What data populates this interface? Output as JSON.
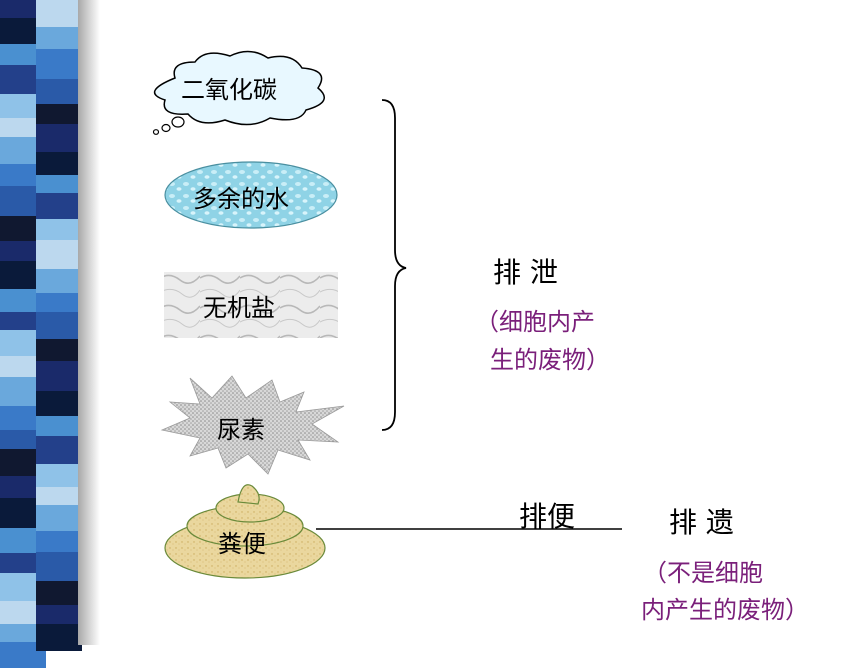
{
  "items": {
    "co2": "二氧化碳",
    "water": "多余的水",
    "salt": "无机盐",
    "urea": "尿素",
    "feces": "粪便"
  },
  "excretion": {
    "title": "排 泄",
    "note_line1": "（细胞内产",
    "note_line2": "生的废物）"
  },
  "egestion": {
    "line_label": "排便",
    "title": "排 遗",
    "note_line1": "（不是细胞",
    "note_line2": "内产生的废物）"
  },
  "colors": {
    "purple": "#7a1f7a",
    "cloud_fill": "#e8f8ff",
    "water_fill": "#8fd3e6",
    "marble_fill": "#e0e0e0",
    "urea_fill": "#c8c8c8",
    "feces_fill": "#e8d49a"
  }
}
